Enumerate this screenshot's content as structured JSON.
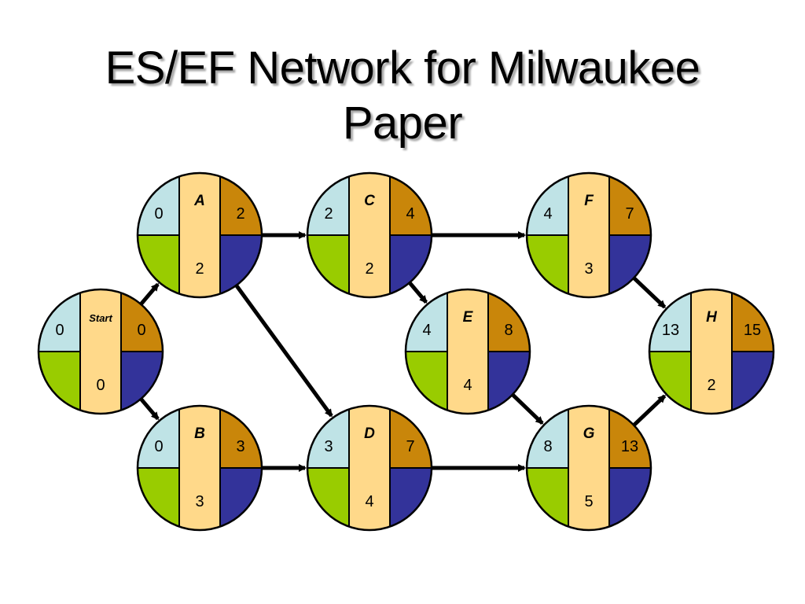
{
  "title": {
    "line1": "ES/EF Network for Milwaukee",
    "line2": "Paper"
  },
  "colors": {
    "es_quadrant": "#bfe3e6",
    "ef_quadrant": "#c9860a",
    "ls_quadrant": "#99cc00",
    "lf_quadrant": "#33339a",
    "center_strip": "#ffd98a"
  },
  "nodes": [
    {
      "id": "start",
      "label": "Start",
      "es": "0",
      "ef": "0",
      "duration": "0"
    },
    {
      "id": "a",
      "label": "A",
      "es": "0",
      "ef": "2",
      "duration": "2"
    },
    {
      "id": "b",
      "label": "B",
      "es": "0",
      "ef": "3",
      "duration": "3"
    },
    {
      "id": "c",
      "label": "C",
      "es": "2",
      "ef": "4",
      "duration": "2"
    },
    {
      "id": "d",
      "label": "D",
      "es": "3",
      "ef": "7",
      "duration": "4"
    },
    {
      "id": "e",
      "label": "E",
      "es": "4",
      "ef": "8",
      "duration": "4"
    },
    {
      "id": "f",
      "label": "F",
      "es": "4",
      "ef": "7",
      "duration": "3"
    },
    {
      "id": "g",
      "label": "G",
      "es": "8",
      "ef": "13",
      "duration": "5"
    },
    {
      "id": "h",
      "label": "H",
      "es": "13",
      "ef": "15",
      "duration": "2"
    }
  ],
  "edges": [
    [
      "start",
      "a"
    ],
    [
      "start",
      "b"
    ],
    [
      "a",
      "c"
    ],
    [
      "a",
      "d"
    ],
    [
      "b",
      "d"
    ],
    [
      "c",
      "f"
    ],
    [
      "c",
      "e"
    ],
    [
      "d",
      "g"
    ],
    [
      "e",
      "g"
    ],
    [
      "f",
      "h"
    ],
    [
      "g",
      "h"
    ]
  ]
}
